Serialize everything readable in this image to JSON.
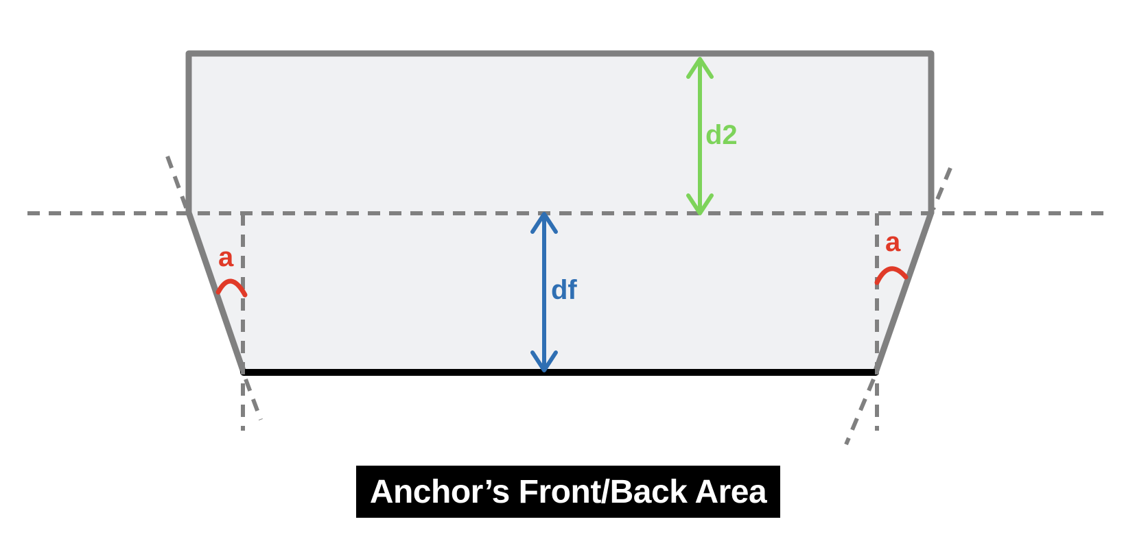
{
  "diagram": {
    "labels": {
      "d2": "d2",
      "df": "df",
      "angle_left": "a",
      "angle_right": "a"
    },
    "caption": "Anchor’s Front/Back Area"
  },
  "colors": {
    "outline": "#808080",
    "fill": "#f0f1f3",
    "base_edge": "#000000",
    "dashed": "#808080",
    "d2_arrow": "#7dd35a",
    "df_arrow": "#2f6fb3",
    "angle_marker": "#e03a28",
    "caption_bg": "#000000",
    "caption_text": "#ffffff"
  }
}
